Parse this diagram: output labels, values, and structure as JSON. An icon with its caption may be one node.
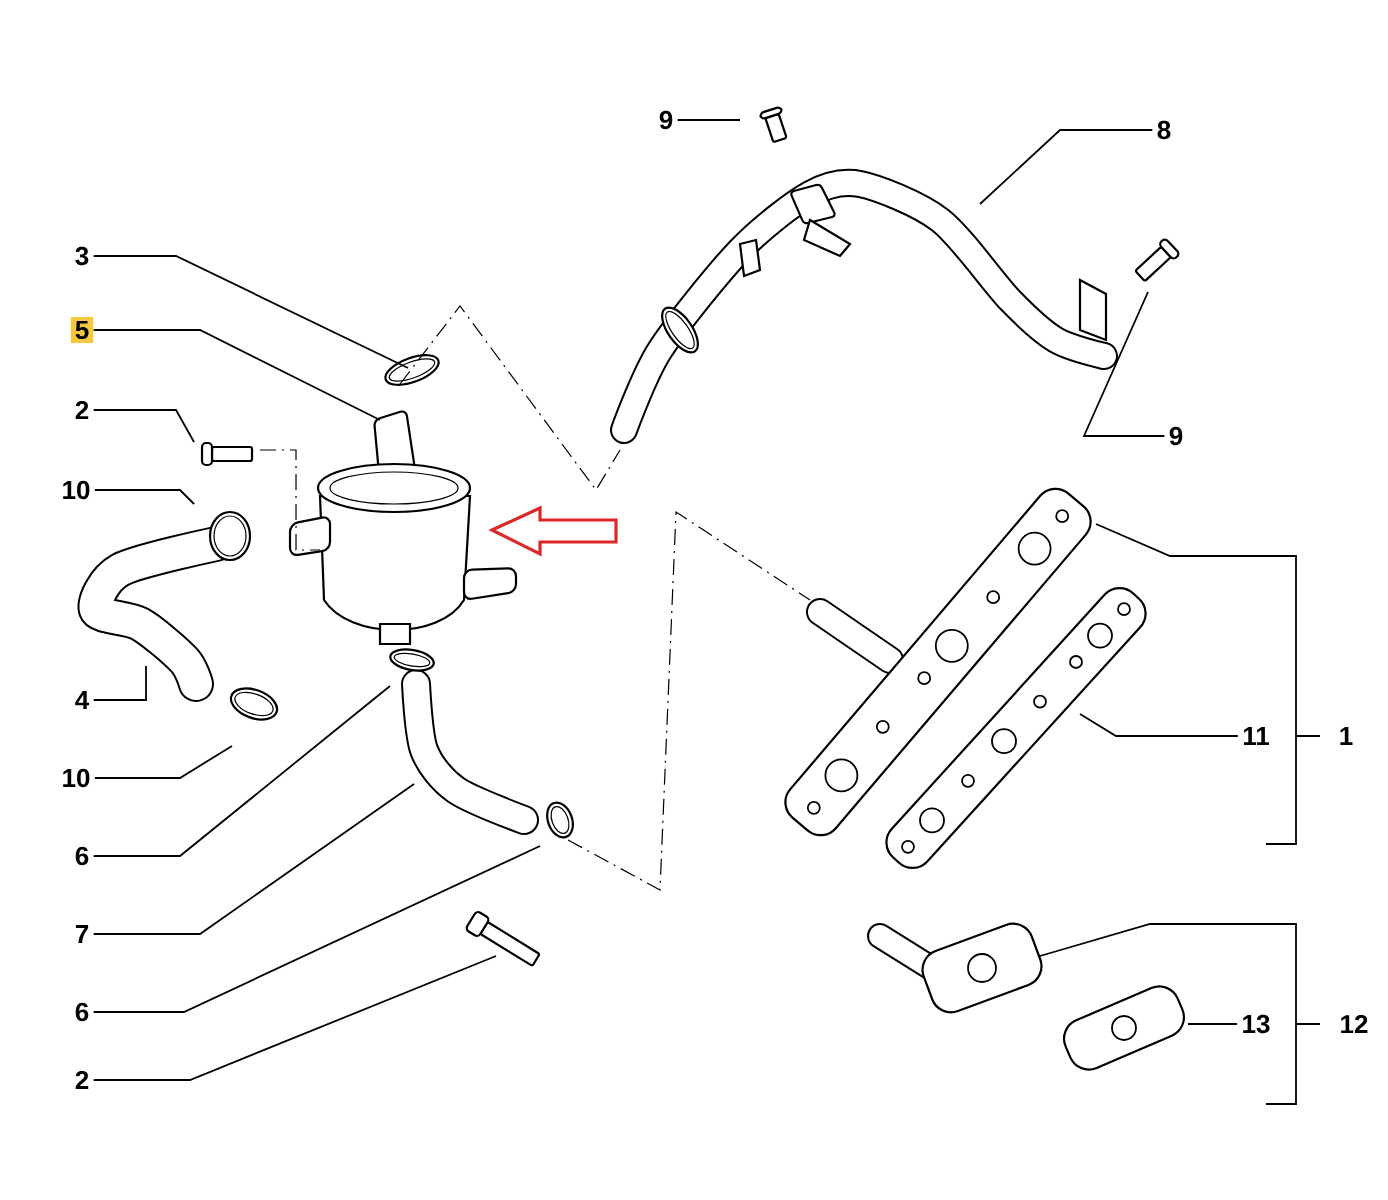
{
  "diagram": {
    "nodes": [
      {
        "text": [
          "9"
        ]
      },
      {
        "text": [
          "8"
        ]
      },
      {
        "text": [
          "3"
        ]
      },
      {
        "text": [
          "5"
        ]
      },
      {
        "text": [
          "2"
        ]
      },
      {
        "text": [
          "9"
        ]
      },
      {
        "text": [
          "10"
        ]
      },
      {
        "text": [
          "11"
        ]
      },
      {
        "text": [
          "4"
        ]
      },
      {
        "text": [
          "10"
        ]
      },
      {
        "text": [
          "6"
        ]
      },
      {
        "text": [
          "7"
        ]
      },
      {
        "text": [
          "6"
        ]
      },
      {
        "text": [
          "13"
        ]
      },
      {
        "text": [
          "2"
        ]
      }
    ],
    "edges": [
      {
        "from": 0,
        "to": null,
        "arrow": "none"
      },
      {
        "from": 1,
        "to": null,
        "arrow": "none"
      },
      {
        "from": 2,
        "to": null,
        "arrow": "none"
      },
      {
        "from": 3,
        "to": null,
        "arrow": "none"
      },
      {
        "from": 4,
        "to": null,
        "arrow": "none"
      },
      {
        "from": 5,
        "to": null,
        "arrow": "none"
      },
      {
        "from": 6,
        "to": null,
        "arrow": "none"
      },
      {
        "from": 7,
        "to": null,
        "arrow": "none"
      },
      {
        "from": 8,
        "to": null,
        "arrow": "none"
      },
      {
        "from": 9,
        "to": null,
        "arrow": "none"
      },
      {
        "from": 10,
        "to": null,
        "arrow": "none"
      },
      {
        "from": 11,
        "to": null,
        "arrow": "none"
      },
      {
        "from": 12,
        "to": null,
        "arrow": "none"
      },
      {
        "from": 13,
        "to": null,
        "arrow": "none"
      },
      {
        "from": 14,
        "to": null,
        "arrow": "none"
      }
    ],
    "labels": [
      "1",
      "12"
    ]
  }
}
